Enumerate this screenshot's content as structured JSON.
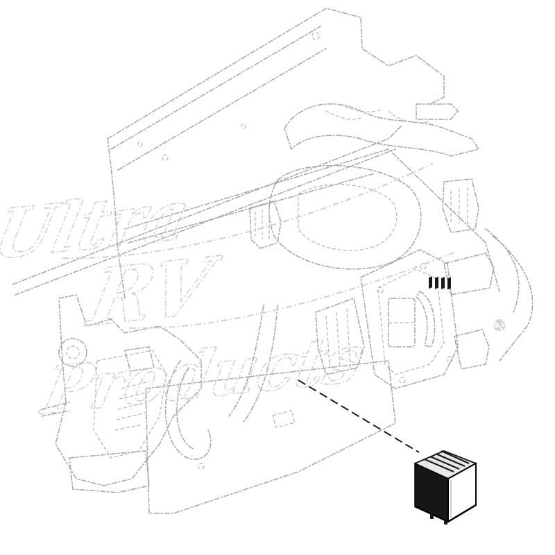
{
  "watermark": {
    "line1": "Ultra",
    "line2": "RV",
    "line3": "Products",
    "registered_mark": "®"
  },
  "diagram": {
    "highlighted_part": "relay-module",
    "leader_style": "dashed",
    "background_assembly_style": "phantom-dashed"
  },
  "colors": {
    "background": "#ffffff",
    "phantom_lines": "#a9a9a9",
    "part": "#1a1a1a",
    "watermark": "#cfcfcf"
  }
}
